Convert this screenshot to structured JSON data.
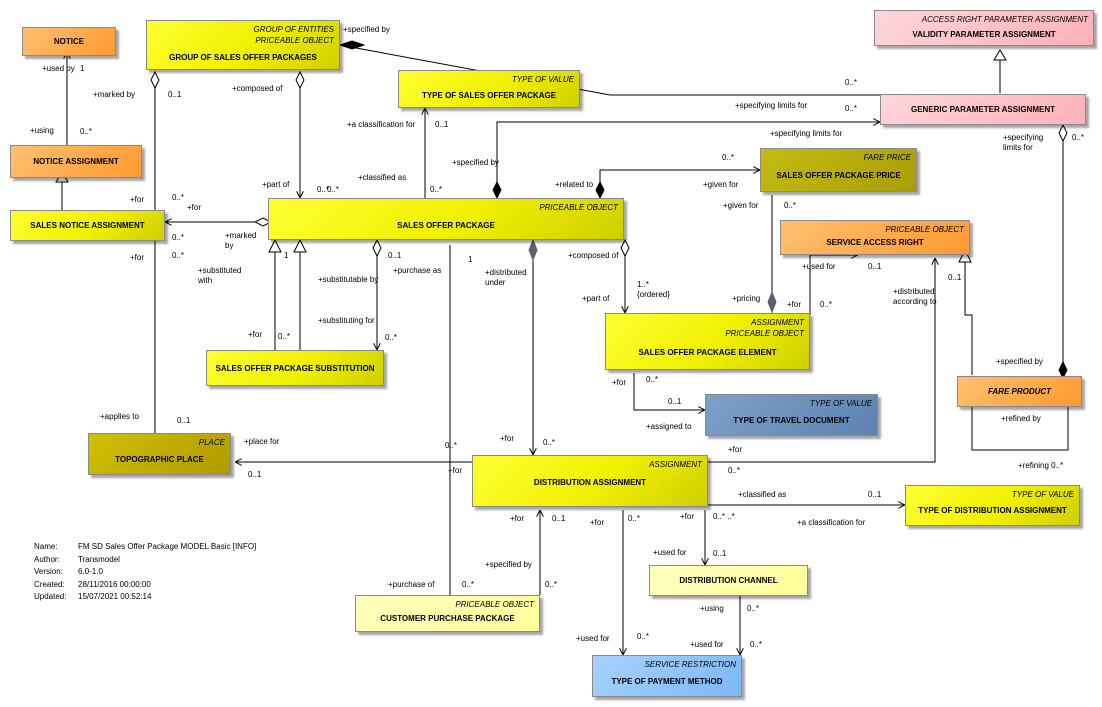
{
  "boxes": {
    "notice": {
      "stereo": "",
      "name": "NOTICE"
    },
    "group": {
      "stereo": "GROUP OF ENTITIES\nPRICEABLE OBJECT",
      "name": "GROUP OF SALES OFFER PACKAGES"
    },
    "tsop": {
      "stereo": "TYPE OF VALUE",
      "name": "TYPE OF SALES OFFER PACKAGE"
    },
    "arpa": {
      "stereo": "ACCESS RIGHT PARAMETER ASSIGNMENT",
      "name": "VALIDITY PARAMETER ASSIGNMENT"
    },
    "gpa": {
      "stereo": "",
      "name": "GENERIC PARAMETER ASSIGNMENT"
    },
    "na": {
      "stereo": "",
      "name": "NOTICE ASSIGNMENT"
    },
    "sopprice": {
      "stereo": "FARE PRICE",
      "name": "SALES OFFER PACKAGE PRICE"
    },
    "sna": {
      "stereo": "",
      "name": "SALES NOTICE ASSIGNMENT"
    },
    "sop": {
      "stereo": "PRICEABLE OBJECT",
      "name": "SALES OFFER PACKAGE"
    },
    "sar": {
      "stereo": "PRICEABLE OBJECT",
      "name": "SERVICE ACCESS RIGHT"
    },
    "sops": {
      "stereo": "",
      "name": "SALES OFFER PACKAGE SUBSTITUTION"
    },
    "sope": {
      "stereo": "ASSIGNMENT\nPRICEABLE OBJECT",
      "name": "SALES OFFER PACKAGE ELEMENT"
    },
    "fp": {
      "stereo": "",
      "name": "FARE PRODUCT"
    },
    "ttd": {
      "stereo": "TYPE OF VALUE",
      "name": "TYPE OF TRAVEL DOCUMENT"
    },
    "tp": {
      "stereo": "PLACE",
      "name": "TOPOGRAPHIC PLACE"
    },
    "da": {
      "stereo": "ASSIGNMENT",
      "name": "DISTRIBUTION ASSIGNMENT"
    },
    "tda": {
      "stereo": "TYPE OF VALUE",
      "name": "TYPE OF DISTRIBUTION ASSIGNMENT"
    },
    "dc": {
      "stereo": "",
      "name": "DISTRIBUTION CHANNEL"
    },
    "cpp": {
      "stereo": "PRICEABLE OBJECT",
      "name": "CUSTOMER PURCHASE PACKAGE"
    },
    "tpm": {
      "stereo": "SERVICE RESTRICTION",
      "name": "TYPE OF PAYMENT METHOD"
    }
  },
  "labels": [
    "+specified by",
    "+used by",
    "1",
    "+marked by",
    "0..1",
    "+composed of",
    "0..*",
    "+a classification for",
    "0..1",
    "+using",
    "0..*",
    "+specifying limits for",
    "0..*",
    "+specifying limits for",
    "0..*",
    "+specifying\nlimits for",
    "0..*",
    "+specified by",
    "+related to",
    "+given for",
    "0..*",
    "+for",
    "0..*",
    "+for",
    "0..*",
    "+part of",
    "0..*",
    "+classified as",
    "0..*",
    "+given for",
    "0..*",
    "+marked\nby",
    "+for",
    "0..*",
    "+substituted\nwith",
    "1",
    "0..1",
    "+purchase as",
    "1",
    "+distributed\nunder",
    "+composed of",
    "+used for",
    "0..1",
    "0..1",
    "+substitutable by",
    "+substituting for",
    "0..*",
    "+for",
    "0..*",
    "1..*\n{ordered}",
    "+part of",
    "+pricing",
    "+for",
    "0..*",
    "+distributed\naccording to",
    "+specified by",
    "+for",
    "0..*",
    "0..1",
    "+assigned to",
    "+refined by",
    "+applies to",
    "0..1",
    "+place for",
    "0..*",
    "+for",
    "0..*",
    "+for",
    "0..*",
    "0..1",
    "+for",
    "+refining 0..*",
    "+classified as",
    "0..1",
    "+for",
    "0..1",
    "+for",
    "0..*",
    "+for",
    "0..* ..*",
    "+a classification for",
    "+used for",
    "0..1",
    "+specified by",
    "+purchase of",
    "0..*",
    "0..*",
    "+using",
    "0..*",
    "+used for",
    "0..*",
    "+used for",
    "0..*"
  ],
  "meta": [
    {
      "k": "Name:",
      "v": "FM SD Sales Offer Package MODEL Basic [INFO]"
    },
    {
      "k": "Author:",
      "v": "Transmodel"
    },
    {
      "k": "Version:",
      "v": "6.0-1.0"
    },
    {
      "k": "Created:",
      "v": "28/11/2016 00:00:00"
    },
    {
      "k": "Updated:",
      "v": "15/07/2021 00:52:14"
    }
  ]
}
